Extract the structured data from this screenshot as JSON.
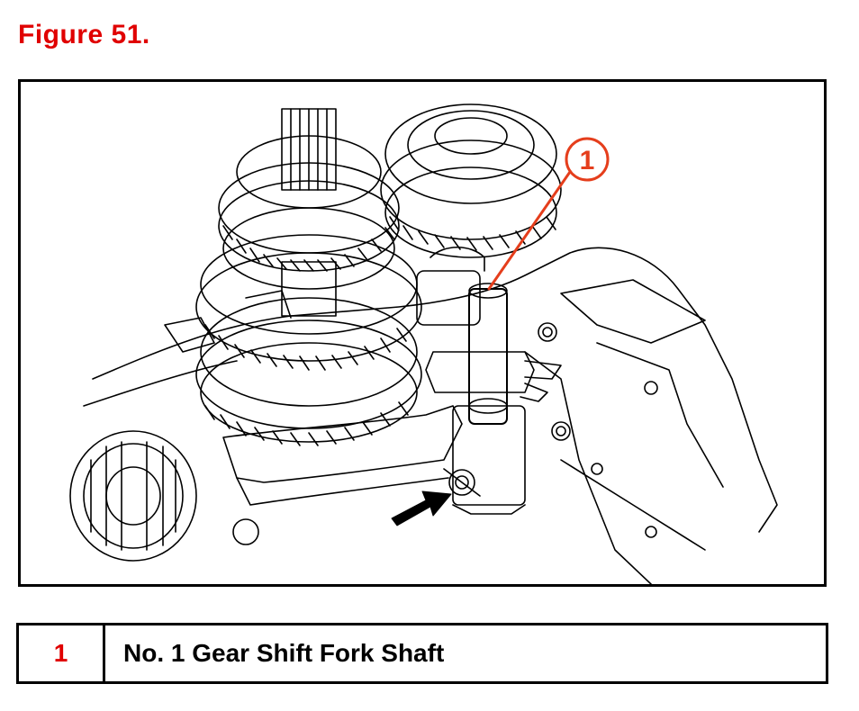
{
  "figure": {
    "title": "Figure 51."
  },
  "callout": {
    "number": "1",
    "color": "#e53e1c"
  },
  "legend": {
    "rows": [
      {
        "number": "1",
        "description": "No. 1 Gear Shift Fork Shaft"
      }
    ]
  },
  "colors": {
    "title": "#e00000",
    "callout": "#e53e1c",
    "line": "#000000"
  }
}
